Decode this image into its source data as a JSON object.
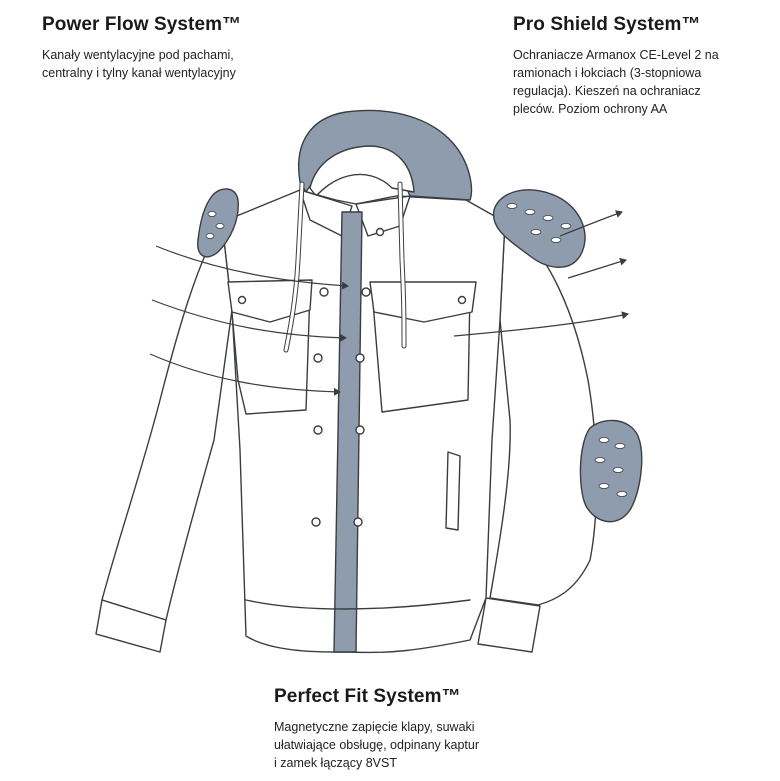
{
  "power_flow": {
    "title": "Power Flow System™",
    "lines": [
      "Kanały wentylacyjne pod pachami,",
      "centralny i tylny kanał wentylacyjny"
    ]
  },
  "pro_shield": {
    "title": "Pro Shield System™",
    "lines": [
      "Ochraniacze Armanox CE-Level 2 na",
      "ramionach i łokciach (3-stopniowa",
      "regulacja). Kieszeń na ochraniacz",
      "pleców. Poziom ochrony AA"
    ]
  },
  "perfect_fit": {
    "title": "Perfect Fit System™",
    "lines": [
      "Magnetyczne zapięcie klapy, suwaki",
      "ułatwiające obsługę, odpinany kaptur",
      "i zamek łączący 8VST"
    ]
  },
  "colors": {
    "text": "#1a1a1a",
    "line": "#3a3d42",
    "armor": "#8f9cad",
    "hood": "#8f9cad",
    "zip": "#8f9cad",
    "fill": "#ffffff"
  }
}
